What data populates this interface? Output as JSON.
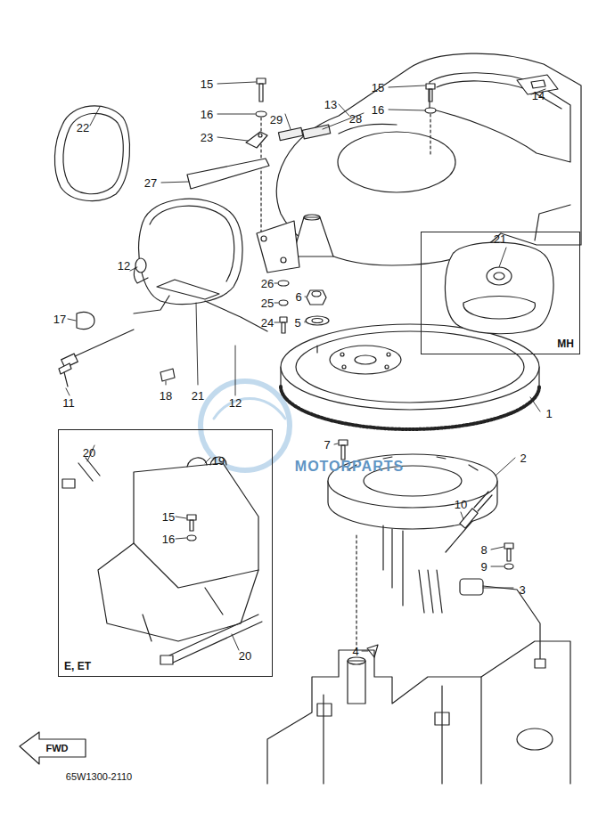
{
  "diagram": {
    "nodes": [
      {
        "text": [
          "MH"
        ]
      },
      {
        "text": [
          "E, ET"
        ]
      }
    ],
    "labels": [
      "15",
      "16",
      "22",
      "23",
      "13",
      "29",
      "28",
      "15",
      "16",
      "14",
      "27",
      "21",
      "12",
      "26",
      "6",
      "25",
      "17",
      "5",
      "24",
      "1",
      "18",
      "21",
      "11",
      "12",
      "7",
      "20",
      "2",
      "19",
      "10",
      "15",
      "16",
      "8",
      "9",
      "3",
      "4",
      "20",
      "FWD",
      "65W1300-2110",
      "MOTORPARTS"
    ]
  }
}
